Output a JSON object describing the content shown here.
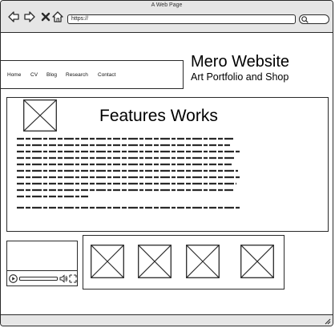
{
  "window": {
    "title": "A Web Page"
  },
  "toolbar": {
    "back_icon": "arrow-left-icon",
    "forward_icon": "arrow-right-icon",
    "close_icon": "x-icon",
    "home_icon": "home-icon",
    "url": "https://",
    "search_icon": "magnifier-icon"
  },
  "menu": {
    "items": [
      {
        "label": "Home"
      },
      {
        "label": "CV"
      },
      {
        "label": "Blog"
      },
      {
        "label": "Research"
      },
      {
        "label": "Contact"
      }
    ]
  },
  "header": {
    "title": "Mero Website",
    "subtitle": "Art Portfolio and Shop"
  },
  "features": {
    "title": "Features Works",
    "image_icon": "image-placeholder-icon"
  },
  "video": {
    "play_icon": "play-icon",
    "volume_icon": "volume-icon",
    "fullscreen_icon": "fullscreen-icon"
  },
  "gallery": {
    "thumb_icon": "image-placeholder-icon",
    "count": 4
  },
  "colors": {
    "stroke": "#2a2a2a",
    "chrome": "#e6e6e6",
    "background": "#ffffff"
  }
}
